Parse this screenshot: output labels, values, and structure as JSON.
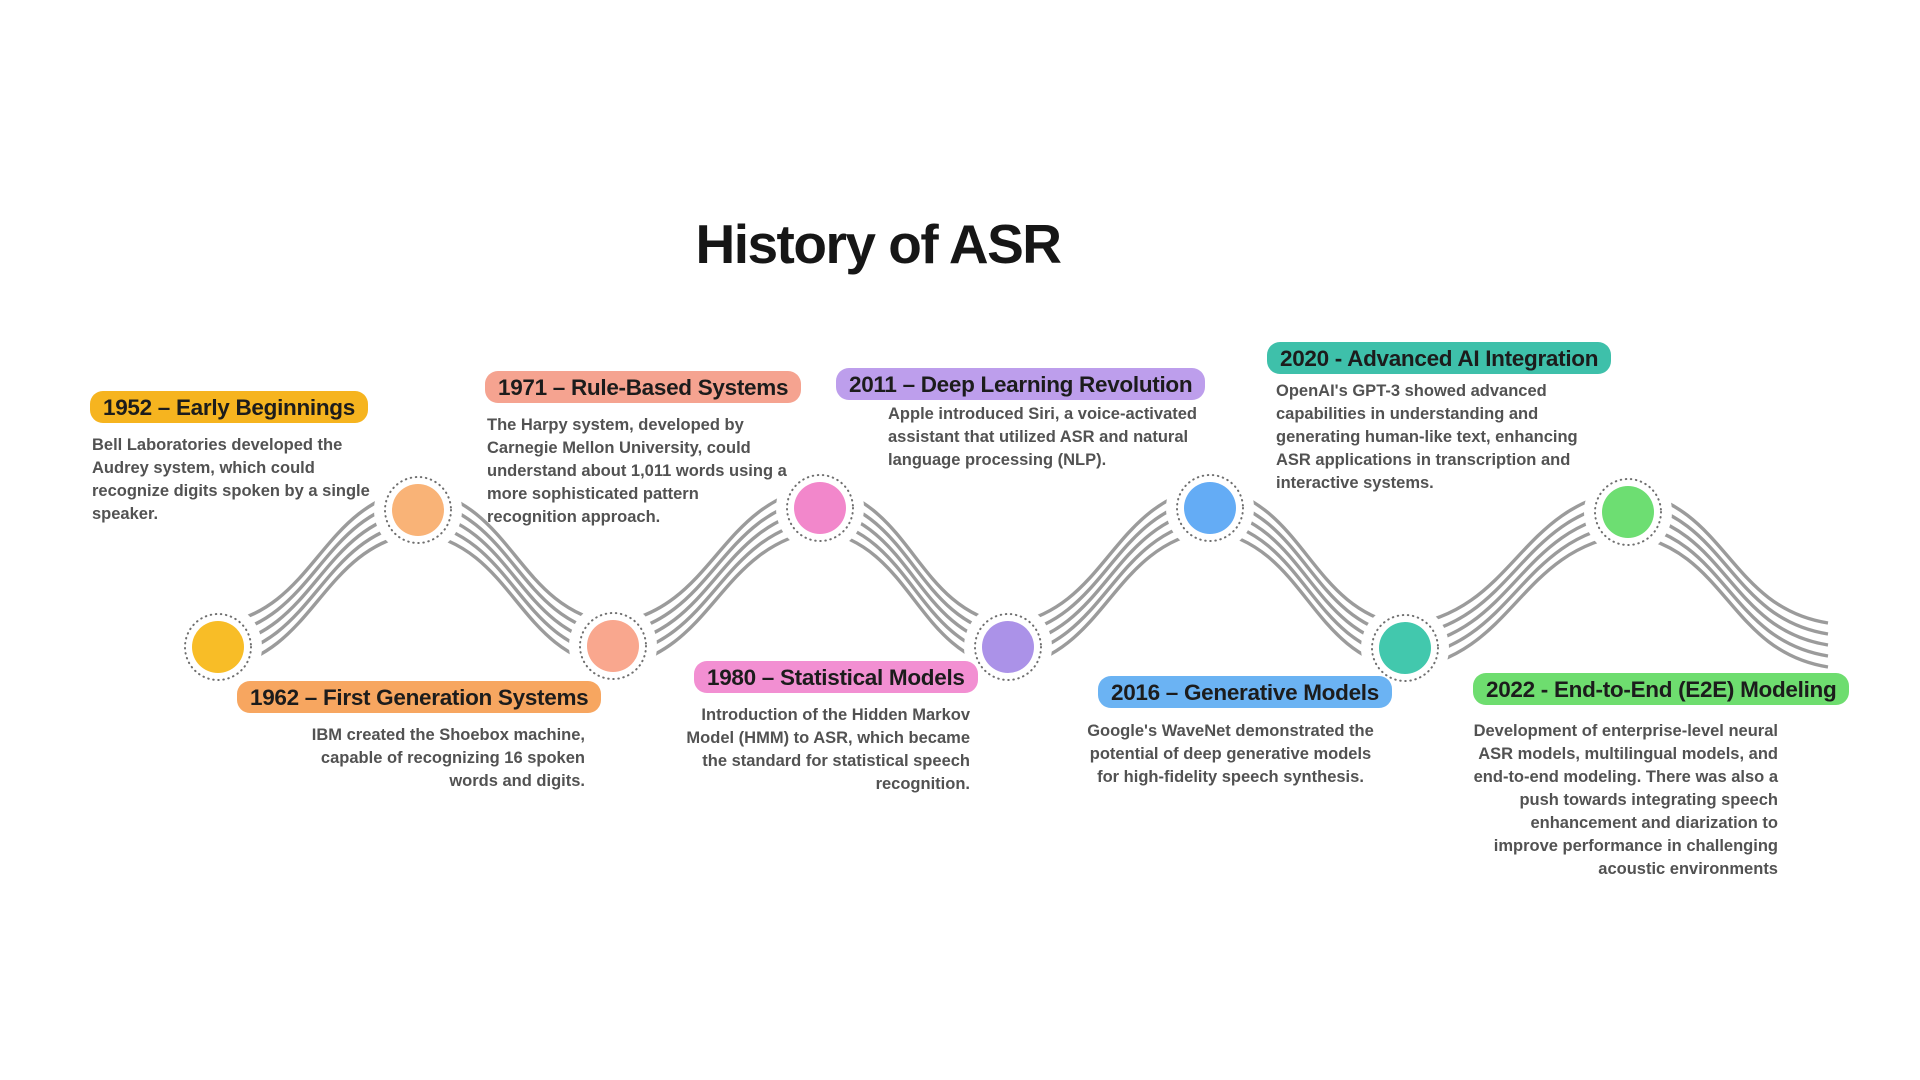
{
  "title": "History of ASR",
  "colors": {
    "background": "#FFFFFF",
    "title_text": "#161616",
    "heading_text": "#1C1C1C",
    "body_text": "#525252",
    "wave_line": "#9B9B9B",
    "ring_dot": "#6F6F6F",
    "node_mask": "#FFFFFF"
  },
  "milestones": [
    {
      "year": "1952",
      "heading": "1952 – Early Beginnings",
      "description": "Bell Laboratories developed the Audrey system, which could recognize digits spoken by a single speaker.",
      "highlight_color": "#F6B41F",
      "node_color": "#F8BD27",
      "position": "top"
    },
    {
      "year": "1962",
      "heading": "1962 – First Generation Systems",
      "description": "IBM created the Shoebox machine, capable of recognizing 16 spoken words and digits.",
      "highlight_color": "#F7A660",
      "node_color": "#F9B377",
      "position": "bottom"
    },
    {
      "year": "1971",
      "heading": "1971 – Rule-Based Systems",
      "description": "The Harpy system, developed by Carnegie Mellon University, could understand about 1,011 words using a more sophisticated pattern recognition approach.",
      "highlight_color": "#F5A390",
      "node_color": "#F9A78E",
      "position": "top"
    },
    {
      "year": "1980",
      "heading": "1980 – Statistical Models",
      "description": "Introduction of the Hidden Markov Model (HMM) to ASR, which became the standard for statistical speech recognition.",
      "highlight_color": "#F28FD2",
      "node_color": "#F287CB",
      "position": "bottom"
    },
    {
      "year": "2011",
      "heading": "2011 – Deep Learning Revolution",
      "description": "Apple introduced Siri, a voice-activated assistant that utilized ASR and natural language processing (NLP).",
      "highlight_color": "#BD9EEC",
      "node_color": "#AB92E8",
      "position": "top"
    },
    {
      "year": "2016",
      "heading": "2016 – Generative Models",
      "description": "Google's WaveNet demonstrated the potential of deep generative models for high-fidelity speech synthesis.",
      "highlight_color": "#6BB3F3",
      "node_color": "#64ACF5",
      "position": "bottom"
    },
    {
      "year": "2020",
      "heading": "2020 - Advanced AI Integration",
      "description": "OpenAI's GPT-3 showed advanced capabilities in understanding and generating human-like text, enhancing ASR applications in transcription and interactive systems.",
      "highlight_color": "#3EC0AA",
      "node_color": "#42C8AD",
      "position": "top"
    },
    {
      "year": "2022",
      "heading": "2022 - End-to-End (E2E) Modeling",
      "description": "Development of enterprise-level neural ASR models, multilingual models, and end-to-end modeling. There was also a push towards integrating speech enhancement and diarization to improve performance in challenging acoustic environments",
      "highlight_color": "#6EDD6F",
      "node_color": "#6DDE72",
      "position": "bottom"
    }
  ]
}
